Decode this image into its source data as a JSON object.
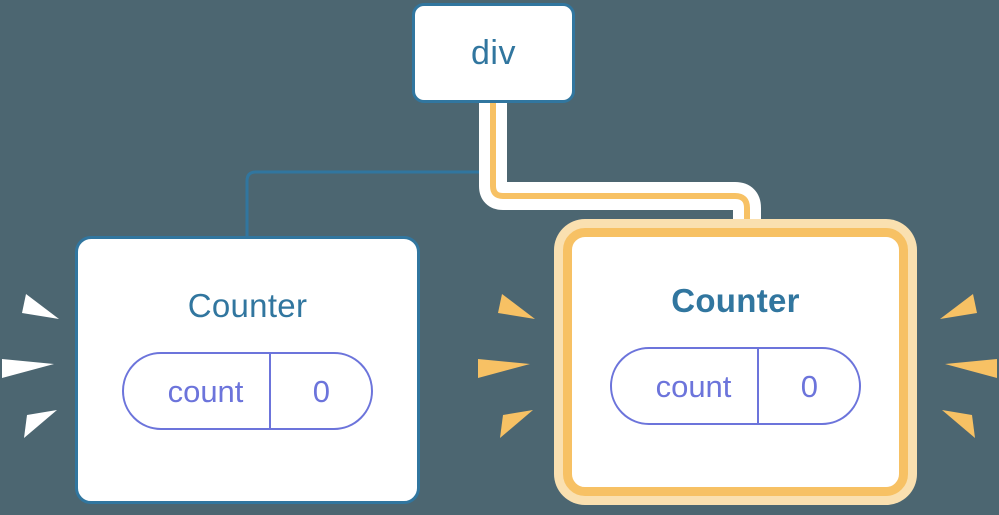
{
  "diagram": {
    "title_root": "div",
    "background_color": "#4c6671",
    "colors": {
      "node_blue": "#31769f",
      "highlight_amber": "#f7c164",
      "highlight_glow": "#fae0b0",
      "pill_indigo": "#6c74db",
      "wire_white": "#ffffff",
      "node_fill": "#ffffff"
    },
    "root": {
      "label": "div",
      "state": "idle"
    },
    "children": [
      {
        "label": "Counter",
        "state_key": "count",
        "state_value": "0",
        "highlighted": "false",
        "burst_color": "#ffffff"
      },
      {
        "label": "Counter",
        "state_key": "count",
        "state_value": "0",
        "highlighted": "true",
        "burst_color": "#f7c164"
      }
    ]
  }
}
